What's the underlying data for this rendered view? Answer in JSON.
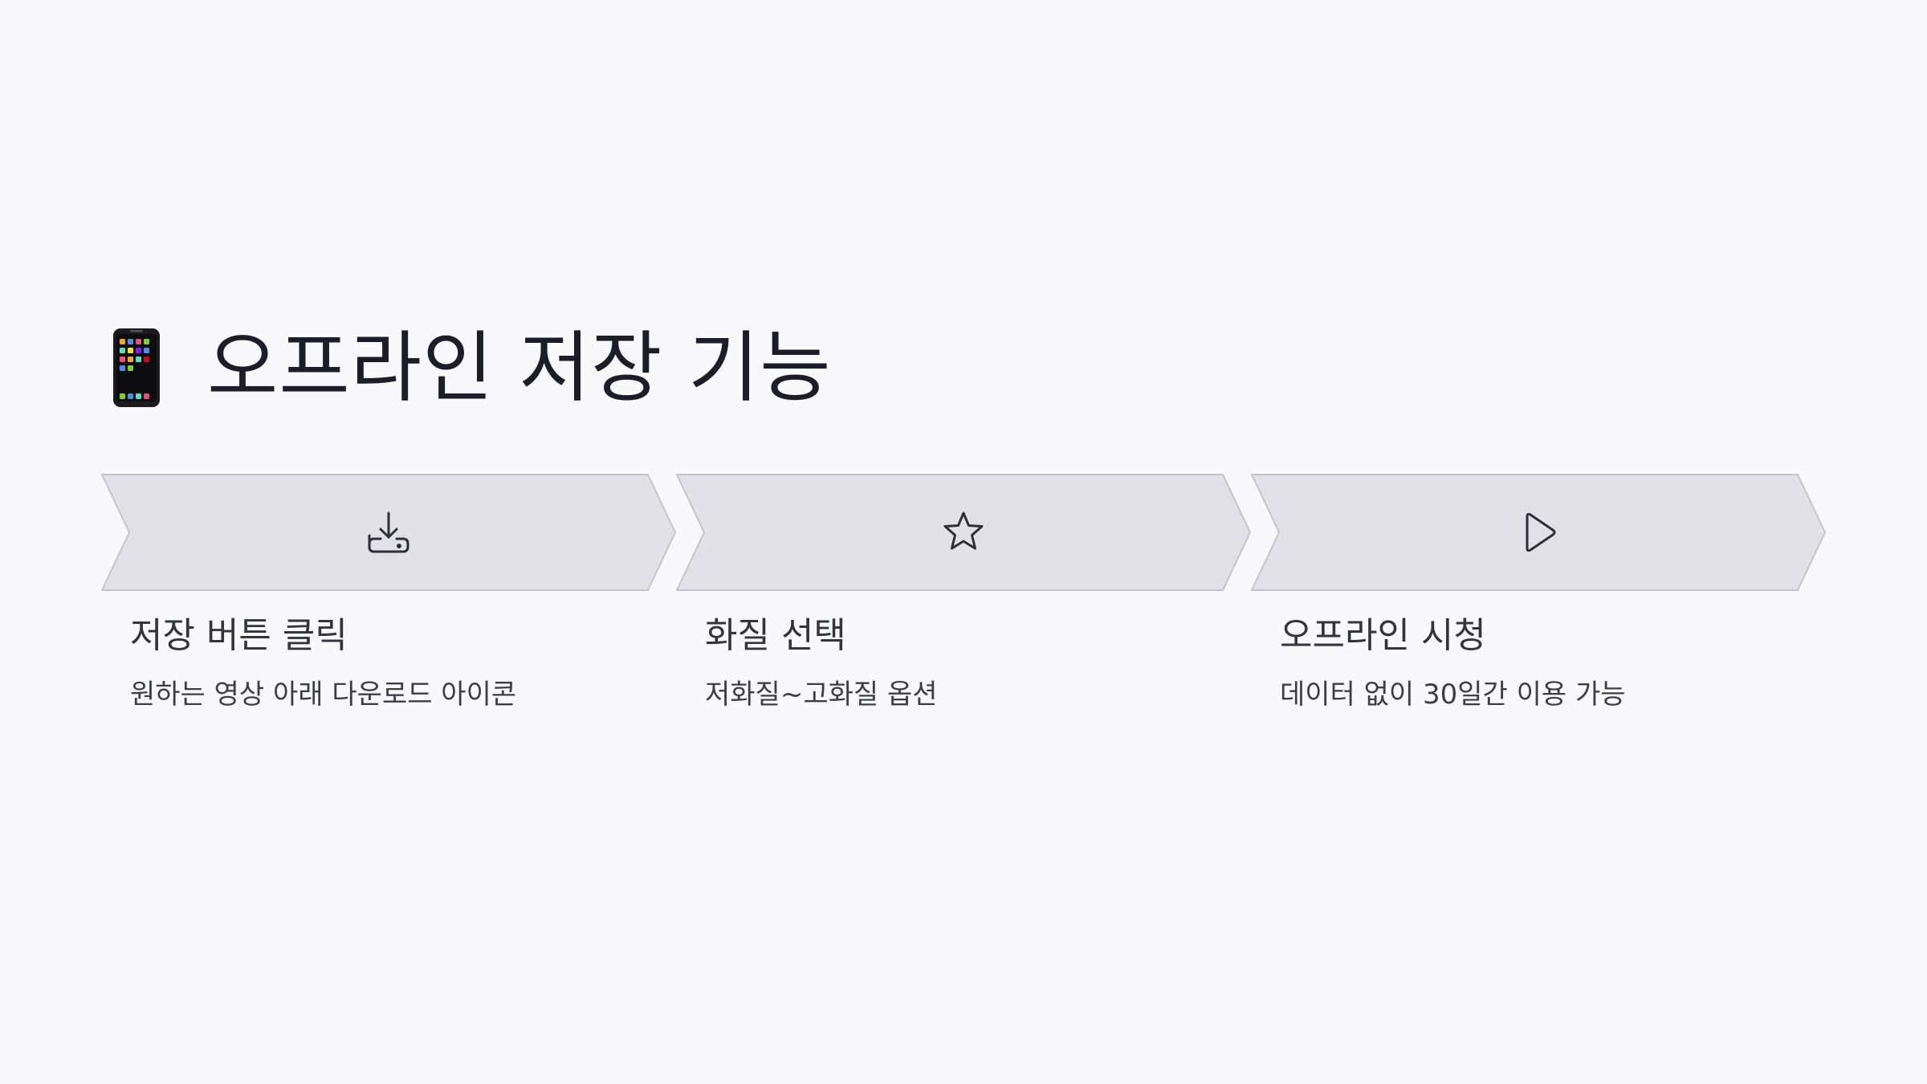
{
  "header": {
    "icon": "mobile-phone-icon",
    "title": "오프라인 저장 기능"
  },
  "steps": [
    {
      "icon": "download-icon",
      "title": "저장 버튼 클릭",
      "description": "원하는 영상 아래 다운로드 아이콘"
    },
    {
      "icon": "star-icon",
      "title": "화질 선택",
      "description": "저화질~고화질 옵션"
    },
    {
      "icon": "play-icon",
      "title": "오프라인 시청",
      "description": "데이터 없이 30일간 이용 가능"
    }
  ],
  "colors": {
    "background": "#f9f9fb",
    "chevron_fill": "#e1e1e7",
    "chevron_stroke": "#c4c4cc",
    "icon_stroke": "#2f2f3a",
    "title_text": "#1d1d29"
  }
}
